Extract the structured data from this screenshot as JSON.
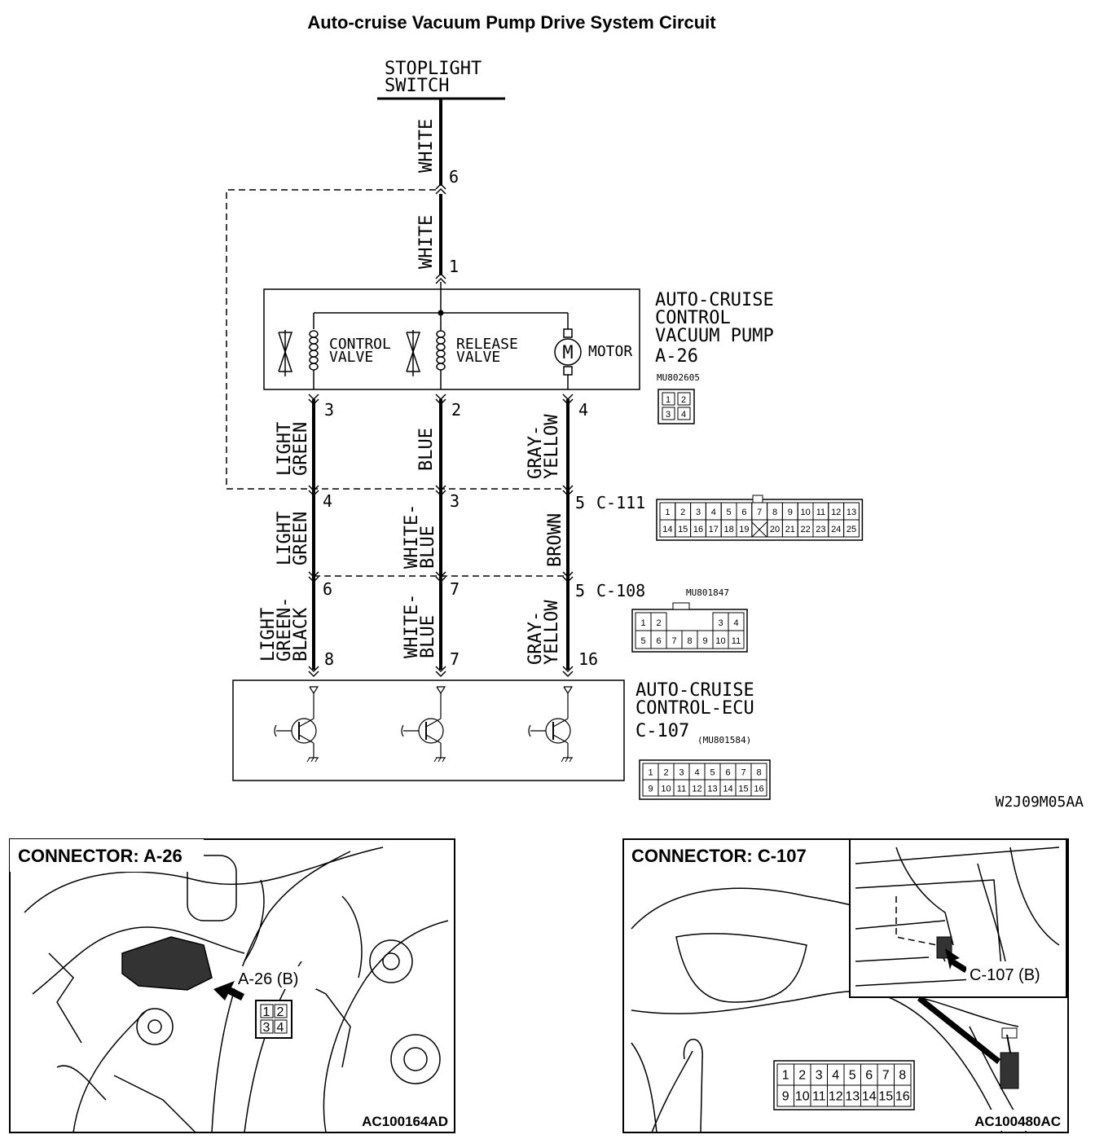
{
  "title": "Auto-cruise Vacuum Pump Drive System Circuit",
  "stoplight_switch": {
    "line1": "STOPLIGHT",
    "line2": "SWITCH"
  },
  "wires": {
    "top1": "WHITE",
    "top2": "WHITE",
    "pump_left": [
      "LIGHT",
      "GREEN"
    ],
    "pump_mid": "BLUE",
    "pump_right": [
      "GRAY-",
      "YELLOW"
    ],
    "c111_left": [
      "LIGHT",
      "GREEN"
    ],
    "c111_mid": [
      "WHITE-",
      "BLUE"
    ],
    "c111_right": "BROWN",
    "c108_left": [
      "LIGHT",
      "GREEN-",
      "BLACK"
    ],
    "c108_mid": [
      "WHITE-",
      "BLUE"
    ],
    "c108_right": [
      "GRAY-",
      "YELLOW"
    ]
  },
  "pins": {
    "p6": "6",
    "p1": "1",
    "a26_left": "3",
    "a26_mid": "2",
    "a26_right": "4",
    "c111_left": "4",
    "c111_mid": "3",
    "c111_right": "5",
    "c108_left": "6",
    "c108_mid": "7",
    "c108_right": "5",
    "ecu_left": "8",
    "ecu_mid": "7",
    "ecu_right": "16"
  },
  "components": {
    "pump": {
      "line1": "AUTO-CRUISE",
      "line2": "CONTROL",
      "line3": "VACUUM PUMP",
      "id": "A-26",
      "part": "MU802605"
    },
    "control_valve": [
      "CONTROL",
      "VALVE"
    ],
    "release_valve": [
      "RELEASE",
      "VALVE"
    ],
    "motor": "MOTOR",
    "motor_symbol": "M",
    "ecu": {
      "line1": "AUTO-CRUISE",
      "line2": "CONTROL-ECU",
      "id": "C-107",
      "part": "(MU801584)"
    }
  },
  "connectors": {
    "c111": {
      "id": "C-111",
      "row1": [
        "1",
        "2",
        "3",
        "4",
        "5",
        "6",
        "7",
        "8",
        "9",
        "10",
        "11",
        "12",
        "13"
      ],
      "row2": [
        "14",
        "15",
        "16",
        "17",
        "18",
        "19",
        "",
        "20",
        "21",
        "22",
        "23",
        "24",
        "25"
      ]
    },
    "c108": {
      "id": "C-108",
      "part": "MU801847",
      "row1": [
        "1",
        "2",
        "",
        "",
        "",
        "3",
        "4"
      ],
      "row2": [
        "5",
        "6",
        "7",
        "8",
        "9",
        "10",
        "11"
      ]
    },
    "c107": {
      "row1": [
        "1",
        "2",
        "3",
        "4",
        "5",
        "6",
        "7",
        "8"
      ],
      "row2": [
        "9",
        "10",
        "11",
        "12",
        "13",
        "14",
        "15",
        "16"
      ]
    },
    "a26": {
      "cells": [
        "1",
        "2",
        "3",
        "4"
      ]
    }
  },
  "figure_code": "W2J09M05AA",
  "photos": {
    "left": {
      "header": "CONNECTOR: A-26",
      "tag": "A-26 (B)",
      "code": "AC100164AD"
    },
    "right": {
      "header": "CONNECTOR: C-107",
      "tag": "C-107 (B)",
      "code": "AC100480AC"
    }
  }
}
